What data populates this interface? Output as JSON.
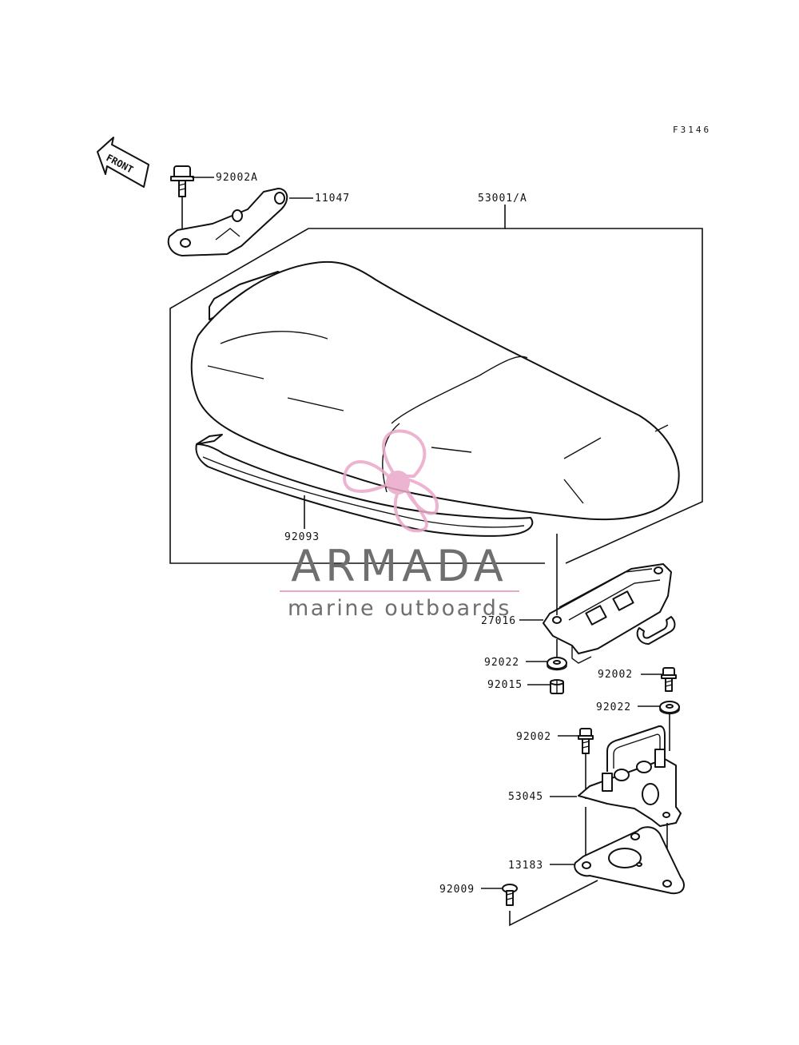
{
  "figure_code": "F3146",
  "front_arrow_label": "FRONT",
  "parts": [
    {
      "id": "92002A"
    },
    {
      "id": "11047"
    },
    {
      "id": "53001/A"
    },
    {
      "id": "92093"
    },
    {
      "id": "27016"
    },
    {
      "id": "92022"
    },
    {
      "id": "92015"
    },
    {
      "id": "92002"
    },
    {
      "id": "92022"
    },
    {
      "id": "92002"
    },
    {
      "id": "53045"
    },
    {
      "id": "13183"
    },
    {
      "id": "92009"
    }
  ],
  "watermark": {
    "brand": "ARMADA",
    "tagline": "marine outboards",
    "accent_color": "#e9a8c8",
    "icon": "propeller-icon"
  }
}
